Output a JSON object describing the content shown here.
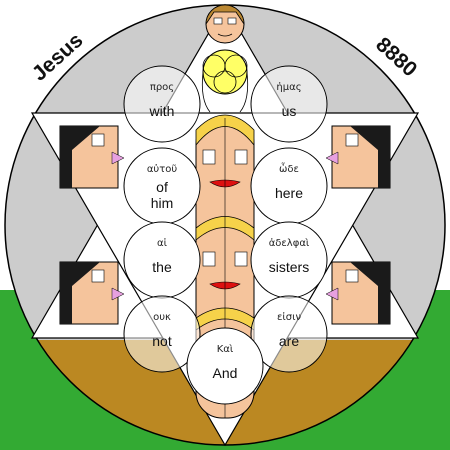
{
  "corner_left": "Jesus",
  "corner_right": "8880",
  "colors": {
    "sky": "#cccccc",
    "grass": "#33aa33",
    "ground": "#bb8822",
    "star": "#ffffff",
    "skin": "#f5c49c",
    "hair_gold": "#f6d24a",
    "hair_dark": "#1a1a1a",
    "lips": "#dd1111",
    "accent_pink": "#e7a0e0",
    "accent_green": "#9fbf7a",
    "center_yellow": "#ffff66"
  },
  "words": [
    {
      "greek": "προς",
      "english": "with"
    },
    {
      "greek": "ἡμας",
      "english": "us"
    },
    {
      "greek": "αὐτοῦ",
      "english": "of\nhim"
    },
    {
      "greek": "ὧδε",
      "english": "here"
    },
    {
      "greek": "αἱ",
      "english": "the"
    },
    {
      "greek": "ἀδελφαὶ",
      "english": "sisters"
    },
    {
      "greek": "ουκ",
      "english": "not"
    },
    {
      "greek": "εἰσιν",
      "english": "are"
    },
    {
      "greek": "Καὶ",
      "english": "And"
    }
  ]
}
